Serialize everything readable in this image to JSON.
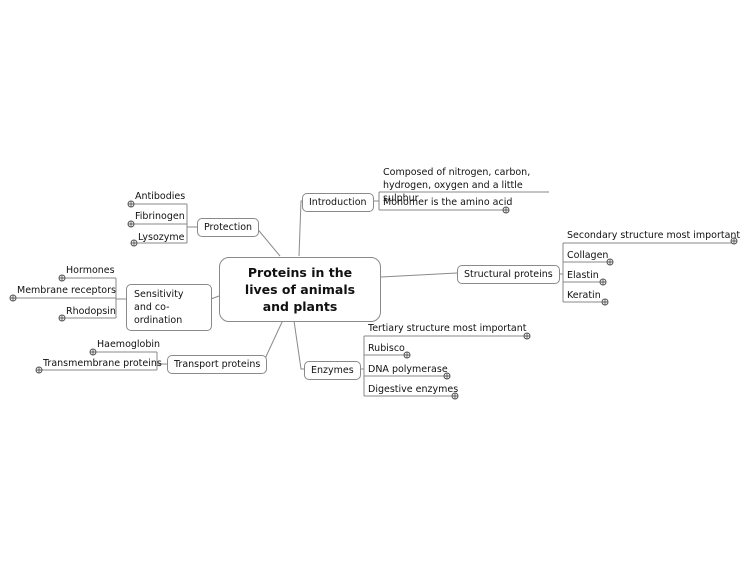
{
  "central": {
    "title": "Proteins in the lives of animals and plants"
  },
  "branches": {
    "introduction": {
      "label": "Introduction",
      "items": [
        "Composed of nitrogen, carbon, hydrogen, oxygen and a little sulphur",
        "Monomer is the amino acid"
      ]
    },
    "structural": {
      "label": "Structural proteins",
      "items": [
        "Secondary structure most important",
        "Collagen",
        "Elastin",
        "Keratin"
      ]
    },
    "enzymes": {
      "label": "Enzymes",
      "items": [
        "Tertiary structure most important",
        "Rubisco",
        "DNA polymerase",
        "Digestive enzymes"
      ]
    },
    "protection": {
      "label": "Protection",
      "items": [
        "Antibodies",
        "Fibrinogen",
        "Lysozyme"
      ]
    },
    "sensitivity": {
      "label": "Sensitivity and co-ordination",
      "items": [
        "Hormones",
        "Membrane receptors",
        "Rhodopsin"
      ]
    },
    "transport": {
      "label": "Transport proteins",
      "items": [
        "Haemoglobin",
        "Transmembrane proteins"
      ]
    }
  }
}
